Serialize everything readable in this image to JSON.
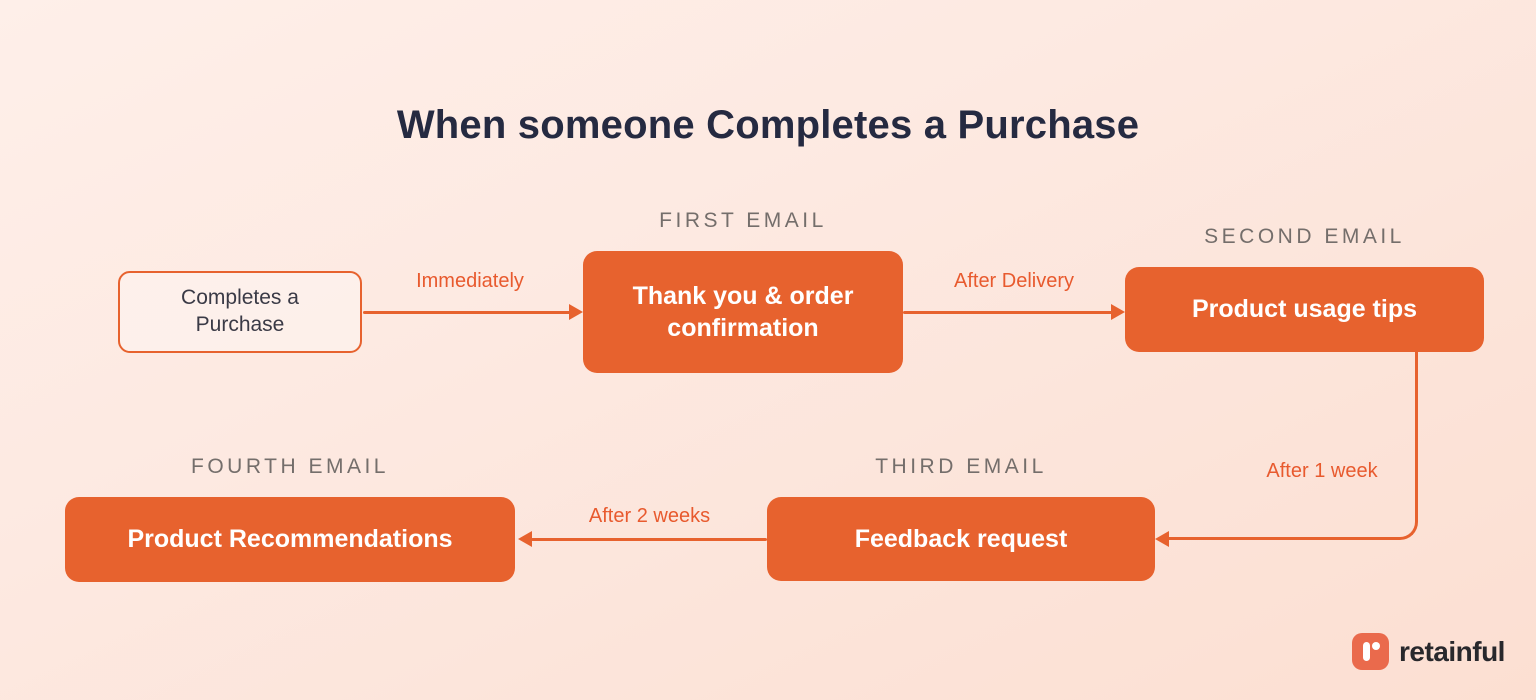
{
  "title": "When someone Completes a Purchase",
  "trigger": {
    "label": "Completes a Purchase"
  },
  "stages": [
    {
      "tag": "FIRST EMAIL",
      "label": "Thank you & order confirmation",
      "delay_before": "Immediately"
    },
    {
      "tag": "SECOND EMAIL",
      "label": "Product usage tips",
      "delay_before": "After Delivery"
    },
    {
      "tag": "THIRD EMAIL",
      "label": "Feedback request",
      "delay_before": "After 1 week"
    },
    {
      "tag": "FOURTH EMAIL",
      "label": "Product Recommendations",
      "delay_before": "After 2 weeks"
    }
  ],
  "brand": {
    "name": "retainful"
  },
  "colors": {
    "accent_orange": "#E7622E",
    "delay_text_orange": "#E85A2E",
    "stage_label_gray": "#746E6B",
    "title_navy": "#252A41",
    "box_text_white": "#FFFFFF",
    "trigger_text": "#3A3A46",
    "background_top": "#FEEFE9",
    "background_bottom": "#FCDFD2",
    "logo_icon_coral": "#EA6A4C",
    "logo_text_dark": "#28282C"
  }
}
